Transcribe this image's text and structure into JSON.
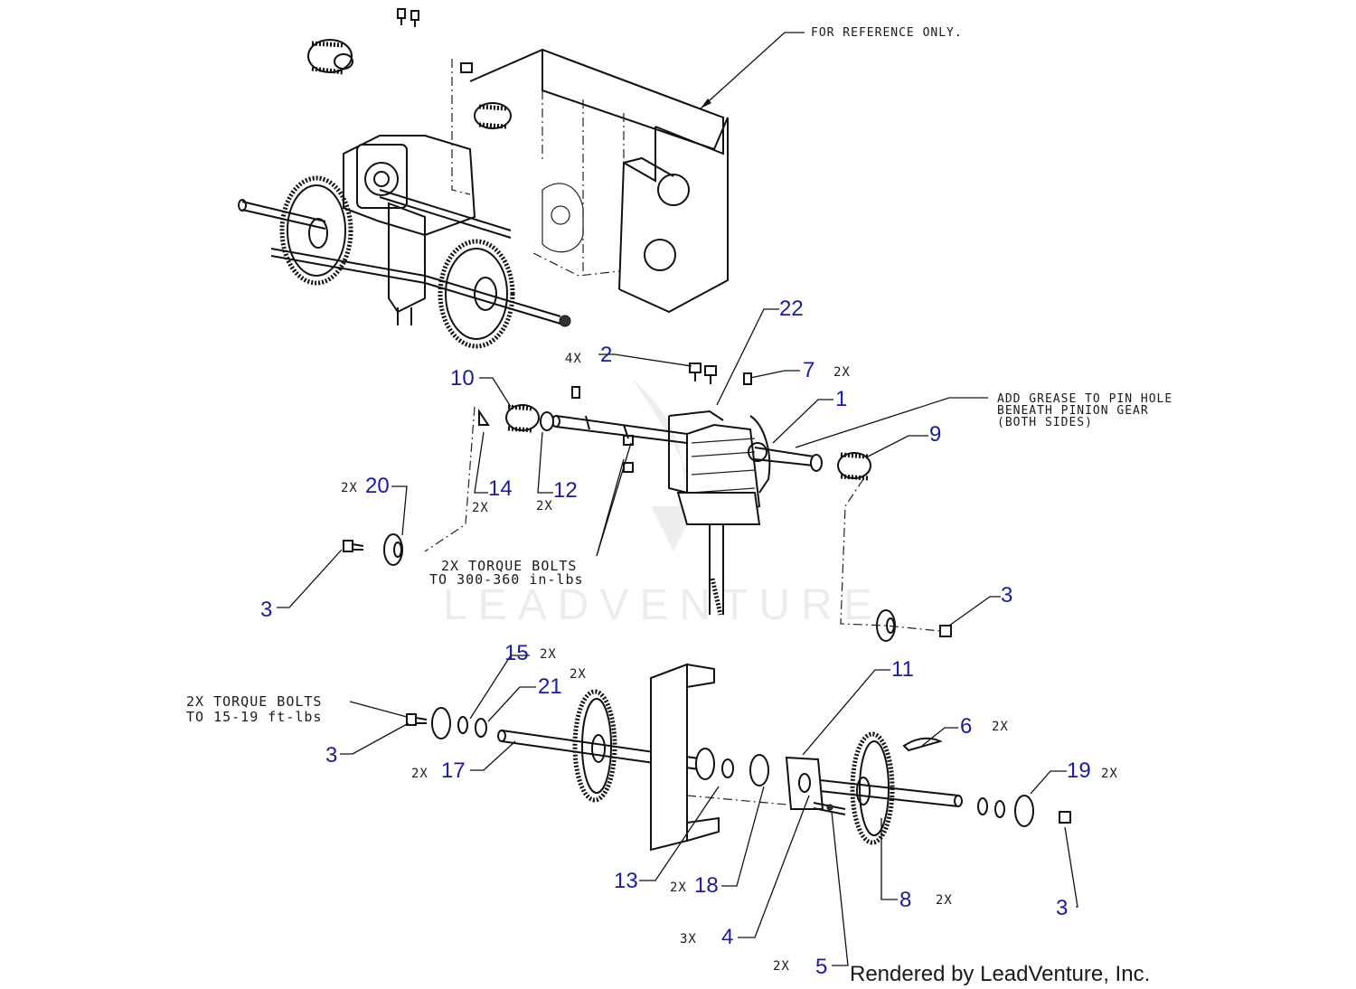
{
  "diagram": {
    "reference_note": "FOR REFERENCE ONLY.",
    "grease_note": [
      "ADD GREASE TO PIN HOLE",
      "BENEATH PINION GEAR",
      "(BOTH SIDES)"
    ],
    "torque_note_upper": [
      "2X TORQUE BOLTS",
      "TO 300-360 in-lbs"
    ],
    "torque_note_lower": [
      "2X TORQUE BOLTS",
      "TO 15-19 ft-lbs"
    ],
    "watermark": "LEADVENTURE",
    "credit": "Rendered by LeadVenture, Inc.",
    "callouts": [
      {
        "id": "c22",
        "label": "22"
      },
      {
        "id": "c2",
        "label": "2"
      },
      {
        "id": "c7",
        "label": "7"
      },
      {
        "id": "c1",
        "label": "1"
      },
      {
        "id": "c10",
        "label": "10"
      },
      {
        "id": "c9",
        "label": "9"
      },
      {
        "id": "c20",
        "label": "20"
      },
      {
        "id": "c14",
        "label": "14"
      },
      {
        "id": "c12",
        "label": "12"
      },
      {
        "id": "c3a",
        "label": "3"
      },
      {
        "id": "c3b",
        "label": "3"
      },
      {
        "id": "c15",
        "label": "15"
      },
      {
        "id": "c21",
        "label": "21"
      },
      {
        "id": "c3c",
        "label": "3"
      },
      {
        "id": "c17",
        "label": "17"
      },
      {
        "id": "c11",
        "label": "11"
      },
      {
        "id": "c6",
        "label": "6"
      },
      {
        "id": "c19",
        "label": "19"
      },
      {
        "id": "c13",
        "label": "13"
      },
      {
        "id": "c18",
        "label": "18"
      },
      {
        "id": "c8",
        "label": "8"
      },
      {
        "id": "c3d",
        "label": "3"
      },
      {
        "id": "c4",
        "label": "4"
      },
      {
        "id": "c5",
        "label": "5"
      }
    ],
    "quantities": {
      "q2": "4X",
      "q7": "2X",
      "q20": "2X",
      "q14": "2X",
      "q12": "2X",
      "q15": "2X",
      "q21": "2X",
      "q17": "2X",
      "q6": "2X",
      "q19": "2X",
      "q18": "2X",
      "q8": "2X",
      "q4": "3X",
      "q5": "2X"
    }
  }
}
